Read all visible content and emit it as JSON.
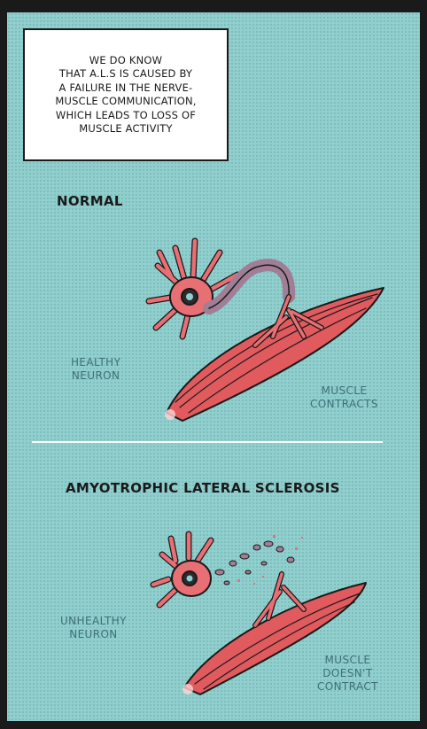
{
  "caption": {
    "text": "We do know\nthat A.L.S is caused by\na failure in the nerve-\nmuscle communication,\nwhich leads to loss of\nmuscle activity"
  },
  "normal": {
    "heading": "Normal",
    "neuron_label": "Healthy\nneuron",
    "muscle_label": "Muscle\ncontracts"
  },
  "als": {
    "heading": "Amyotrophic Lateral Sclerosis",
    "neuron_label": "Unhealthy\nneuron",
    "muscle_label": "Muscle\ndoesn't\ncontract"
  },
  "colors": {
    "background": "#8fd0cf",
    "muscle": "#e05a5e",
    "neuron": "#e86f74",
    "axon": "#a07e96",
    "label": "#3f6f77"
  }
}
